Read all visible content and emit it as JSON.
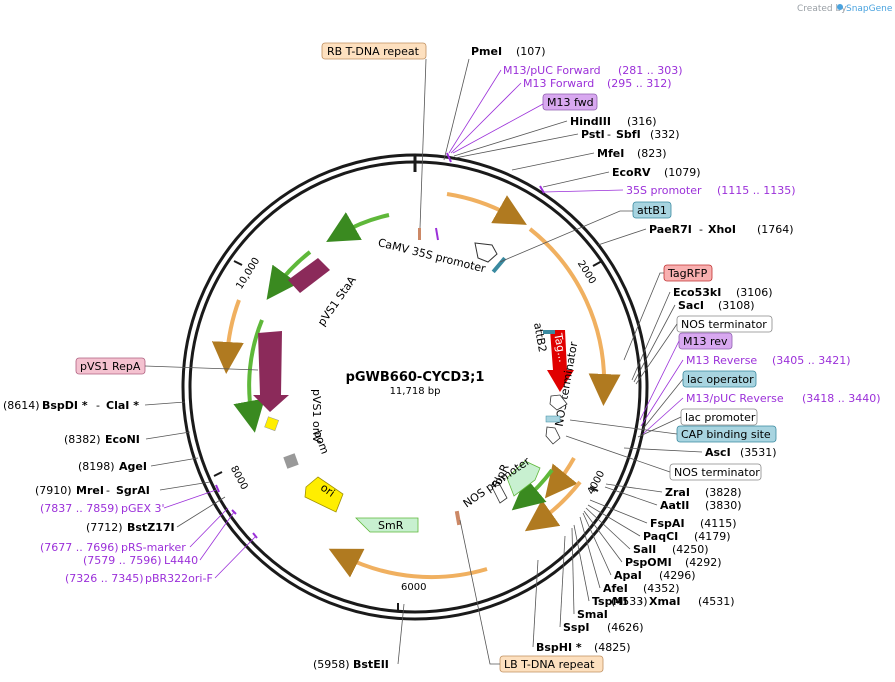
{
  "header": {
    "created_by": "Created by",
    "brand": "SnapGene"
  },
  "plasmid": {
    "name": "pGWB660-CYCD3;1",
    "size": "11,718 bp",
    "ticks": [
      "2000",
      "4000",
      "6000",
      "8000",
      "10,000"
    ]
  },
  "feature_labels": {
    "camv": "CaMV 35S promoter",
    "pvs1_staa": "pVS1 StaA",
    "pvs1_re": "pVS1 Re...",
    "pvs1_oriv": "pVS1 oriV",
    "bom": "bom",
    "ori": "ori",
    "smr": "SmR",
    "nos_promoter": "NOS promoter",
    "blpr": "BlpR",
    "nos_terminator": "NOS terminator",
    "attb2": "attB2",
    "tag": "Tag..."
  },
  "boxes": {
    "rb": "RB T-DNA repeat",
    "m13fwd": "M13 fwd",
    "attb1": "attB1",
    "tagrfp": "TagRFP",
    "nos_term1": "NOS terminator",
    "m13rev": "M13 rev",
    "lac_operator": "lac operator",
    "lac_promoter": "lac promoter",
    "cap": "CAP binding site",
    "nos_term2": "NOS terminator",
    "lb": "LB T-DNA repeat",
    "pvs1_repa": "pVS1 RepA"
  },
  "sites_right": [
    {
      "name": "PmeI",
      "pos": "(107)"
    },
    {
      "name": "HindIII",
      "pos": "(316)"
    },
    {
      "name": "PstI",
      "name2": "SbfI",
      "pos": "(332)"
    },
    {
      "name": "MfeI",
      "pos": "(823)"
    },
    {
      "name": "EcoRV",
      "pos": "(1079)"
    },
    {
      "name": "PaeR7I",
      "name2": "XhoI",
      "pos": "(1764)"
    },
    {
      "name": "Eco53kI",
      "pos": "(3106)"
    },
    {
      "name": "SacI",
      "pos": "(3108)"
    },
    {
      "name": "AscI",
      "pos": "(3531)"
    },
    {
      "name": "ZraI",
      "pos": "(3828)"
    },
    {
      "name": "AatII",
      "pos": "(3830)"
    },
    {
      "name": "FspAI",
      "pos": "(4115)"
    },
    {
      "name": "PaqCI",
      "pos": "(4179)"
    },
    {
      "name": "SalI",
      "pos": "(4250)"
    },
    {
      "name": "PspOMI",
      "pos": "(4292)"
    },
    {
      "name": "ApaI",
      "pos": "(4296)"
    },
    {
      "name": "AfeI",
      "pos": "(4352)"
    },
    {
      "name": "TspMI",
      "name2": "XmaI",
      "pos": "(4531)"
    },
    {
      "name": "SmaI",
      "pos": "(4533)"
    },
    {
      "name": "SspI",
      "pos": "(4626)"
    },
    {
      "name": "BspHI *",
      "pos": "(4825)"
    }
  ],
  "sites_left": [
    {
      "pos": "(8614)",
      "name": "BspDI *",
      "name2": "ClaI *"
    },
    {
      "pos": "(8382)",
      "name": "EcoNI"
    },
    {
      "pos": "(8198)",
      "name": "AgeI"
    },
    {
      "pos": "(7910)",
      "name": "MreI",
      "name2": "SgrAI"
    },
    {
      "pos": "(7712)",
      "name": "BstZ17I"
    },
    {
      "pos": "(5958)",
      "name": "BstEII"
    }
  ],
  "primers": {
    "m13_puc_fwd": "M13/pUC Forward",
    "m13_puc_fwd_range": "(281 .. 303)",
    "m13_fwd": "M13 Forward",
    "m13_fwd_range": "(295 .. 312)",
    "p35s": "35S promoter",
    "p35s_range": "(1115 .. 1135)",
    "m13_rev": "M13 Reverse",
    "m13_rev_range": "(3405 .. 3421)",
    "m13_puc_rev": "M13/pUC Reverse",
    "m13_puc_rev_range": "(3418 .. 3440)",
    "pgex": "pGEX 3'",
    "pgex_range": "(7837 .. 7859)",
    "prs": "pRS-marker",
    "prs_range": "(7677 .. 7696)",
    "l4440": "L4440",
    "l4440_range": "(7579 .. 7596)",
    "pbr": "pBR322ori-F",
    "pbr_range": "(7326 .. 7345)"
  },
  "colors": {
    "backbone": "#1a1a1a",
    "orange_feature": "#f0b060",
    "green_feature": "#5fb83a",
    "purple_feature": "#8b2a5a",
    "red_feature": "#e00000",
    "ori_yellow": "#ffee00",
    "primer_purple": "#9b30d9",
    "box_peach": "#fde0bf",
    "box_violet": "#d8a8f0",
    "box_teal": "#a8d4e0",
    "box_pink": "#f8b0b0",
    "box_repa": "#f4c2d0"
  }
}
